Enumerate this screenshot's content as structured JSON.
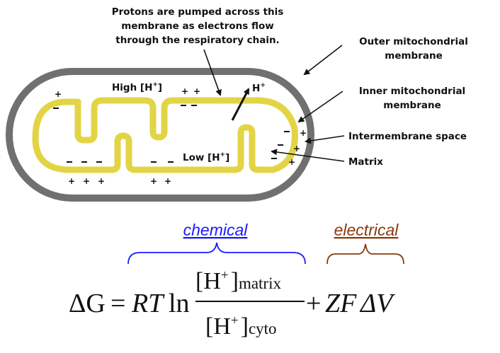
{
  "labels": {
    "protons_line1": "Protons are pumped across this",
    "protons_line2": "membrane as electrons flow",
    "protons_line3": "through the respiratory chain.",
    "outer_line1": "Outer mitochondrial",
    "outer_line2": "membrane",
    "inner_line1": "Inner mitochondrial",
    "inner_line2": "membrane",
    "intermembrane": "Intermembrane space",
    "matrix": "Matrix",
    "high_h": "High [H",
    "low_h": "Low [H",
    "h_ion": "H",
    "plus": "+",
    "close_bracket": "]"
  },
  "equation": {
    "chemical": "chemical",
    "electrical": "electrical",
    "delta_g": "ΔG",
    "equals": "=",
    "rt": "RT",
    "ln": "ln",
    "num_open": "[H",
    "num_close": "]",
    "num_sub": "matrix",
    "den_open": "[H",
    "den_close": "]",
    "den_sub": "cyto",
    "plus_op": "+",
    "zf": "ZF",
    "delta_v": "ΔV",
    "superscript": "+"
  },
  "colors": {
    "outer_membrane": "#707070",
    "inner_membrane": "#e3d445",
    "chemical": "#1a1aff",
    "electrical": "#8b3a0e"
  }
}
